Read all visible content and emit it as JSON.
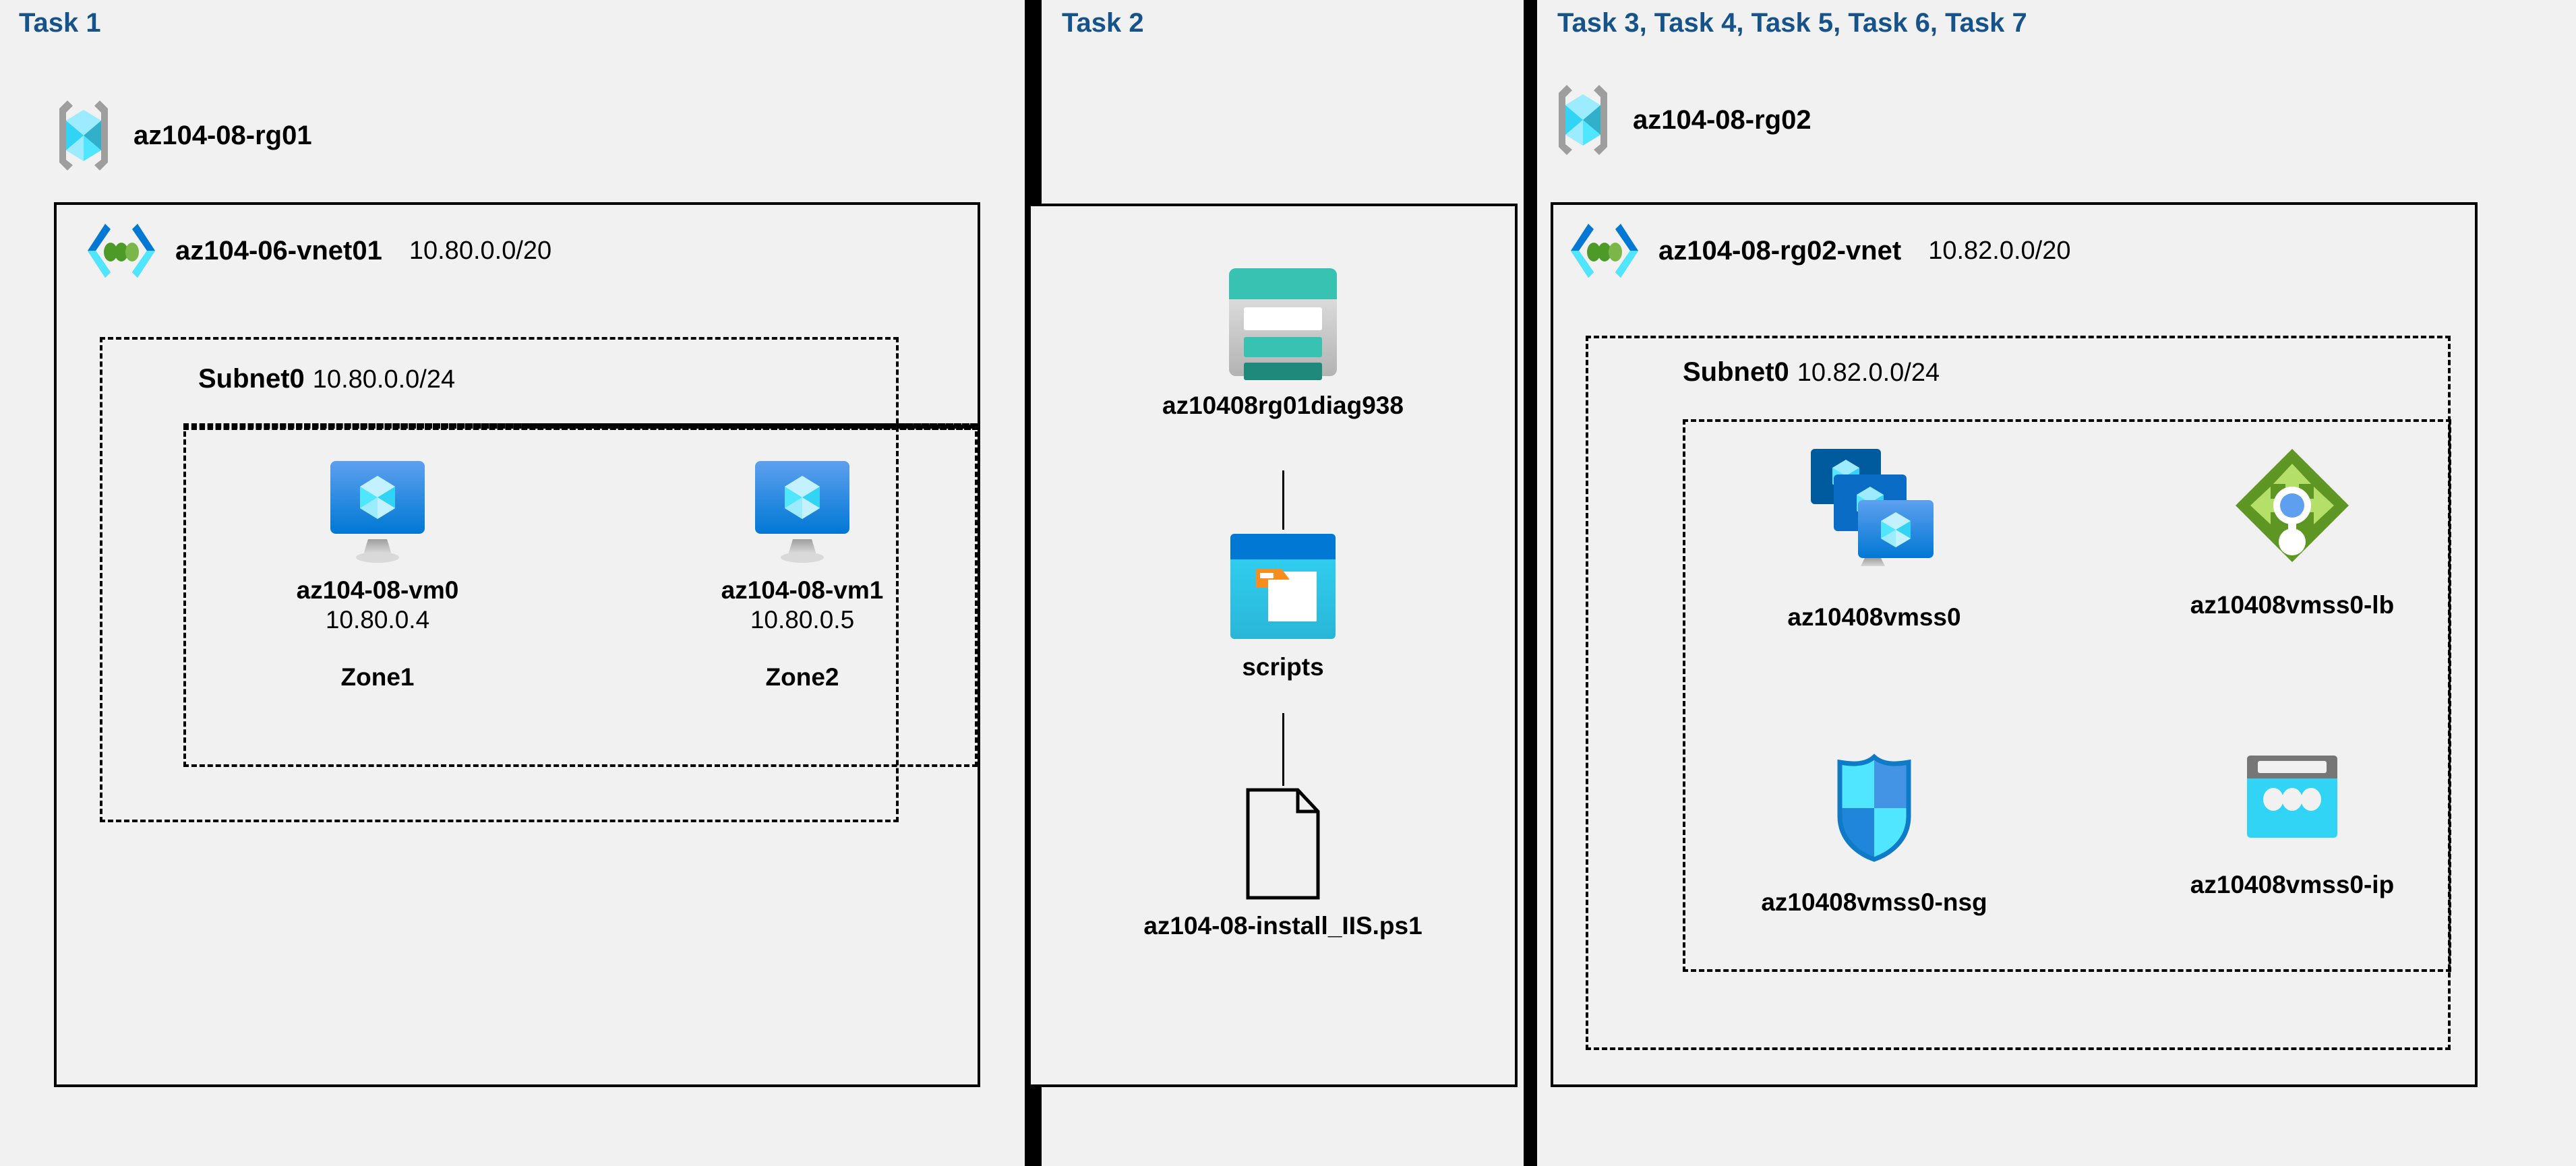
{
  "panels": [
    {
      "id": "task1",
      "title": "Task 1",
      "resource_group": {
        "name": "az104-08-rg01",
        "icon": "resource-group-icon"
      },
      "vnet": {
        "name": "az104-06-vnet01",
        "cidr": "10.80.0.0/20",
        "icon": "virtual-network-icon"
      },
      "subnet": {
        "name": "Subnet0",
        "cidr": "10.80.0.0/24"
      },
      "vms": [
        {
          "name": "az104-08-vm0",
          "ip": "10.80.0.4",
          "zone": "Zone1",
          "icon": "virtual-machine-icon"
        },
        {
          "name": "az104-08-vm1",
          "ip": "10.80.0.5",
          "zone": "Zone2",
          "icon": "virtual-machine-icon"
        }
      ]
    },
    {
      "id": "task2",
      "title": "Task 2",
      "items": [
        {
          "name": "az10408rg01diag938",
          "icon": "storage-account-icon"
        },
        {
          "name": "scripts",
          "icon": "blob-container-icon"
        },
        {
          "name": "az104-08-install_IIS.ps1",
          "icon": "file-icon"
        }
      ]
    },
    {
      "id": "task3",
      "title": "Task 3, Task 4, Task 5, Task 6, Task 7",
      "resource_group": {
        "name": "az104-08-rg02",
        "icon": "resource-group-icon"
      },
      "vnet": {
        "name": "az104-08-rg02-vnet",
        "cidr": "10.82.0.0/20",
        "icon": "virtual-network-icon"
      },
      "subnet": {
        "name": "Subnet0",
        "cidr": "10.82.0.0/24"
      },
      "resources": [
        {
          "name": "az10408vmss0",
          "icon": "vm-scale-set-icon"
        },
        {
          "name": "az10408vmss0-lb",
          "icon": "load-balancer-icon"
        },
        {
          "name": "az10408vmss0-nsg",
          "icon": "network-security-group-icon"
        },
        {
          "name": "az10408vmss0-ip",
          "icon": "public-ip-address-icon"
        }
      ]
    }
  ],
  "colors": {
    "panel_background": "#f1f1f1",
    "separator": "#000000",
    "title_blue": "#16538a",
    "azure_blue": "#0078d4",
    "cyan": "#32d4f5",
    "teal": "#37c2b1",
    "green": "#6aa81f",
    "orange": "#f78d1e",
    "gray": "#767676"
  }
}
